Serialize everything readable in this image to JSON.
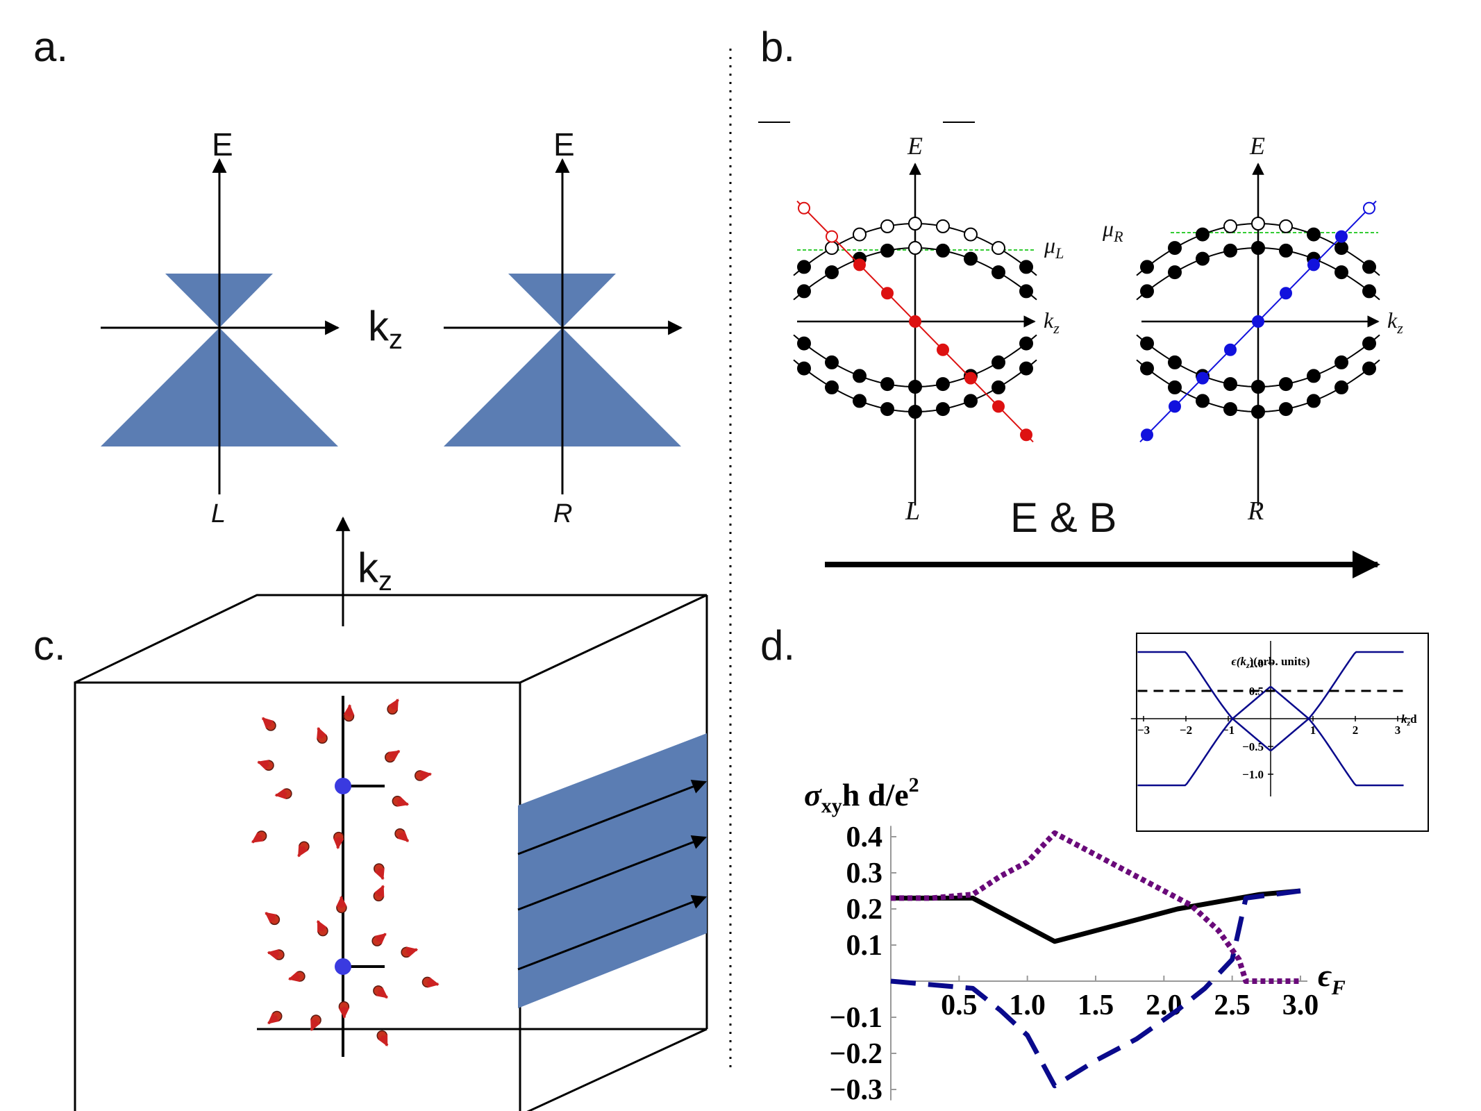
{
  "panels": {
    "a": {
      "label": "a.",
      "energy_axis_left": "E",
      "energy_axis_right": "E",
      "momentum_axis": "k",
      "momentum_sub": "z",
      "node_left": "L",
      "node_right": "R"
    },
    "b": {
      "label": "b.",
      "energy_axis_left": "E",
      "energy_axis_right": "E",
      "chem_pot_left": "μ",
      "chem_pot_left_sub": "L",
      "chem_pot_right": "μ",
      "chem_pot_right_sub": "R",
      "momentum_axis_left": "k",
      "momentum_axis_right": "k",
      "momentum_sub": "z",
      "node_left": "L",
      "node_right": "R",
      "field_label": "E & B"
    },
    "c": {
      "label": "c.",
      "momentum_axis": "k",
      "momentum_sub": "z"
    },
    "d": {
      "label": "d."
    }
  },
  "colors": {
    "cone_fill": "#5b7db3",
    "left_branch": "#dd1111",
    "right_branch": "#1111dd",
    "fermi_line": "#33cc33",
    "solid_curve": "#000000",
    "dashed_curve": "#0a0a8c",
    "dotted_curve": "#6a0a7a",
    "inset_curves": "#0a0a8c"
  },
  "chart_data": [
    {
      "type": "line",
      "title": "",
      "ylabel_main": "σ",
      "ylabel_sub": "xy",
      "ylabel_rest": "h d/e",
      "ylabel_sup": "2",
      "xlabel": "ϵ",
      "xlabel_sub": "F",
      "xlim": [
        0,
        3.0
      ],
      "ylim": [
        -0.3,
        0.4
      ],
      "xticks": [
        "0.5",
        "1.0",
        "1.5",
        "2.0",
        "2.5",
        "3.0"
      ],
      "yticks": [
        "0.4",
        "0.3",
        "0.2",
        "0.1",
        "−0.1",
        "−0.2",
        "−0.3"
      ],
      "xtick_values": [
        0.5,
        1.0,
        1.5,
        2.0,
        2.5,
        3.0
      ],
      "ytick_values": [
        0.4,
        0.3,
        0.2,
        0.1,
        -0.1,
        -0.2,
        -0.3
      ],
      "series": [
        {
          "style": "solid",
          "x": [
            0,
            0.3,
            0.6,
            0.8,
            1.0,
            1.2,
            1.5,
            1.8,
            2.1,
            2.4,
            2.7,
            3.0
          ],
          "y": [
            0.23,
            0.23,
            0.23,
            0.19,
            0.15,
            0.11,
            0.14,
            0.17,
            0.2,
            0.22,
            0.24,
            0.25
          ]
        },
        {
          "style": "dashed",
          "x": [
            0,
            0.3,
            0.6,
            0.8,
            1.0,
            1.2,
            1.5,
            1.8,
            2.1,
            2.3,
            2.5,
            2.6,
            2.8,
            3.0
          ],
          "y": [
            0.0,
            -0.01,
            -0.02,
            -0.08,
            -0.15,
            -0.29,
            -0.22,
            -0.16,
            -0.08,
            -0.02,
            0.06,
            0.23,
            0.24,
            0.25
          ]
        },
        {
          "style": "dotted",
          "x": [
            0,
            0.3,
            0.6,
            0.8,
            1.0,
            1.2,
            1.4,
            1.7,
            2.0,
            2.2,
            2.4,
            2.55,
            2.6,
            3.0
          ],
          "y": [
            0.23,
            0.23,
            0.24,
            0.29,
            0.33,
            0.41,
            0.37,
            0.31,
            0.25,
            0.21,
            0.14,
            0.06,
            0.0,
            0.0
          ]
        }
      ]
    },
    {
      "type": "line",
      "title_main": "ϵ(k",
      "title_sub": "z",
      "title_rest": ")(arb. units)",
      "xlabel_main": "k",
      "xlabel_sub": "z",
      "xlabel_rest": "d",
      "xlim": [
        -3.14,
        3.14
      ],
      "ylim": [
        -1.2,
        1.2
      ],
      "xticks": [
        "−3",
        "−2",
        "−1",
        "1",
        "2",
        "3"
      ],
      "xtick_values": [
        -3,
        -2,
        -1,
        1,
        2,
        3
      ],
      "yticks": [
        "1.0",
        "0.5",
        "−0.5",
        "−1.0"
      ],
      "ytick_values": [
        1.0,
        0.5,
        -0.5,
        -1.0
      ],
      "series": [
        {
          "style": "solid",
          "function": "upper",
          "x_range": [
            -3.14,
            3.14
          ]
        },
        {
          "style": "solid",
          "function": "lower",
          "x_range": [
            -3.14,
            3.14
          ]
        },
        {
          "style": "dashed",
          "x": [
            -3.14,
            3.14
          ],
          "y": [
            0.5,
            0.5
          ]
        }
      ]
    }
  ]
}
